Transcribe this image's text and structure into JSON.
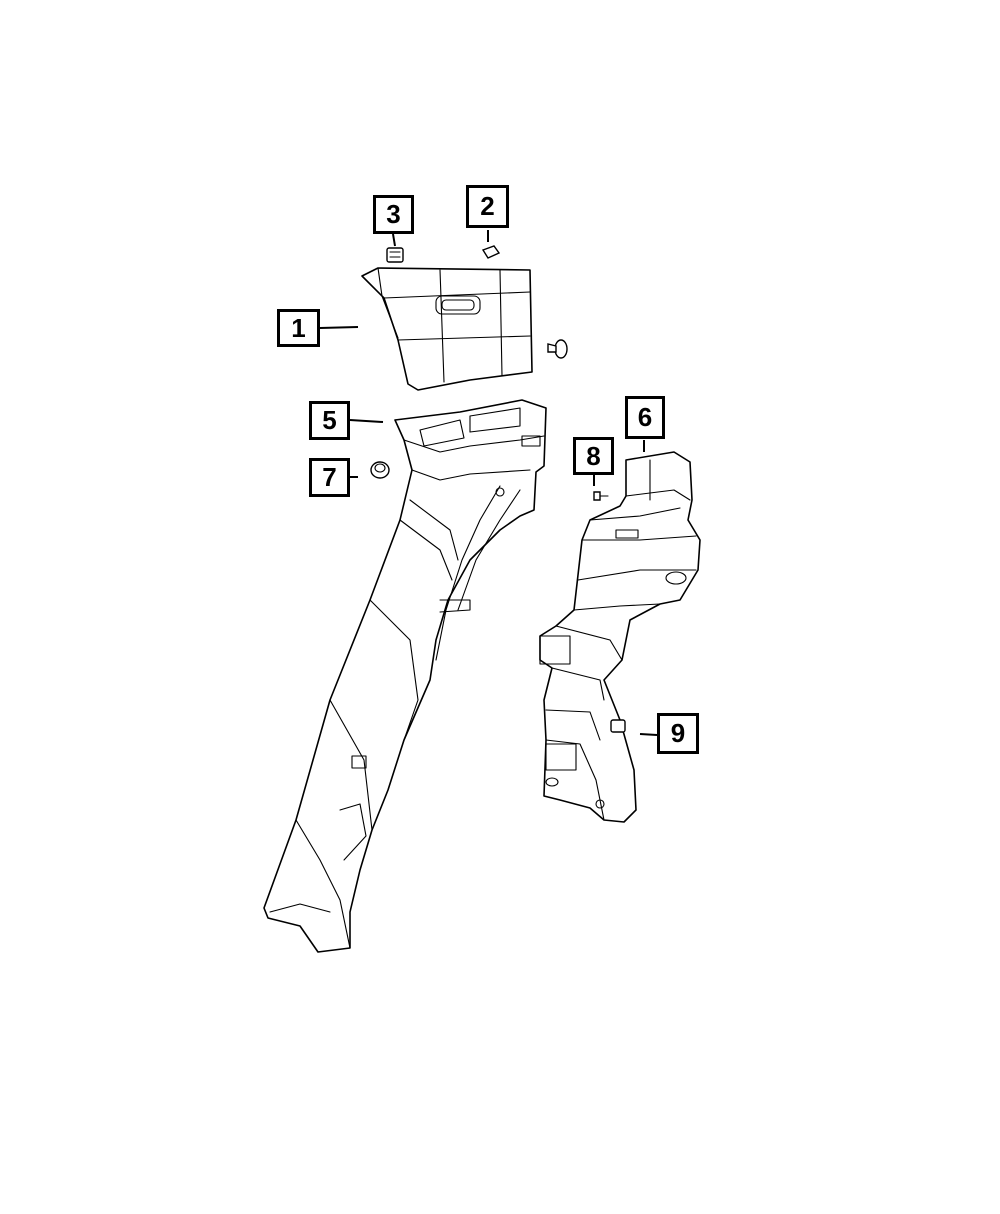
{
  "callouts": [
    {
      "id": "1",
      "label": "1"
    },
    {
      "id": "2",
      "label": "2"
    },
    {
      "id": "3",
      "label": "3"
    },
    {
      "id": "5",
      "label": "5"
    },
    {
      "id": "6",
      "label": "6"
    },
    {
      "id": "7",
      "label": "7"
    },
    {
      "id": "8",
      "label": "8"
    },
    {
      "id": "9",
      "label": "9"
    }
  ]
}
